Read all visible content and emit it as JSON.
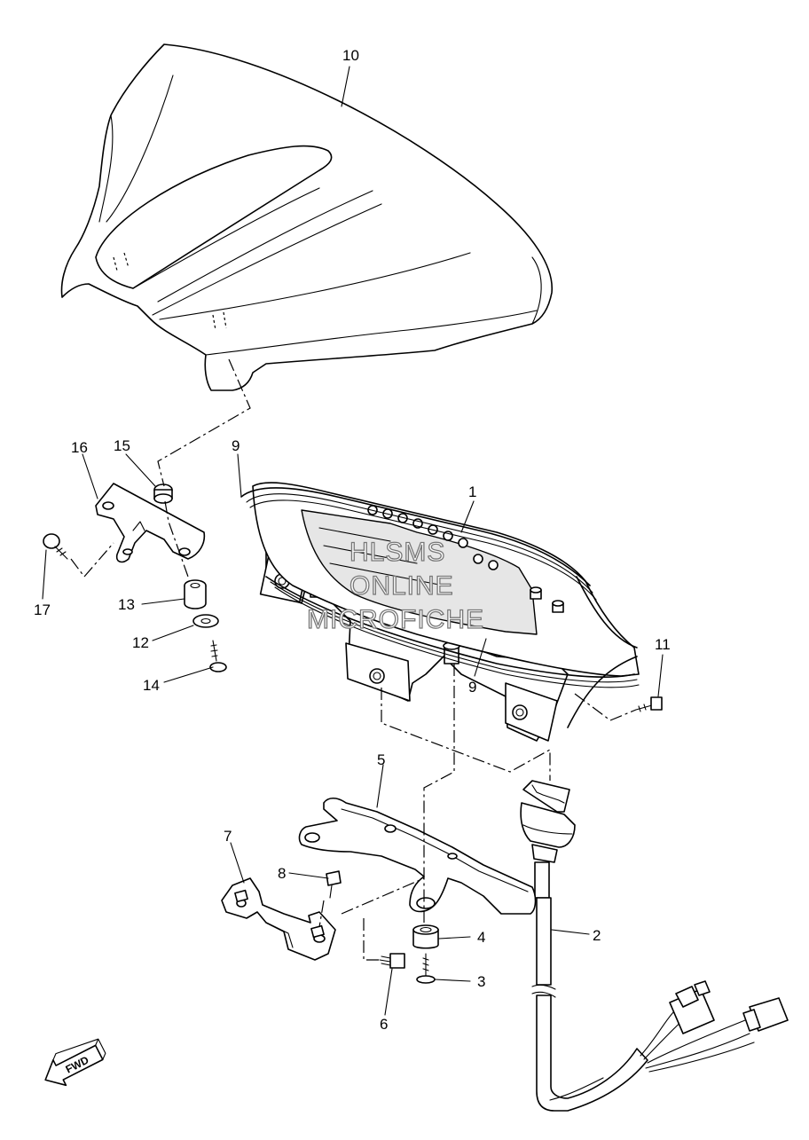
{
  "diagram": {
    "callouts": {
      "c1": "1",
      "c2": "2",
      "c3": "3",
      "c4": "4",
      "c5": "5",
      "c6": "6",
      "c7": "7",
      "c8": "8",
      "c9a": "9",
      "c9b": "9",
      "c10": "10",
      "c11": "11",
      "c12": "12",
      "c13": "13",
      "c14": "14",
      "c15": "15",
      "c16": "16",
      "c17": "17"
    },
    "watermark": {
      "line1": "HLSMS",
      "line2": "ONLINE",
      "line3": "MICROFICHE"
    },
    "direction_arrow": "FWD"
  },
  "colors": {
    "line": "#000000",
    "background": "#ffffff",
    "watermark_stroke": "#777777"
  }
}
